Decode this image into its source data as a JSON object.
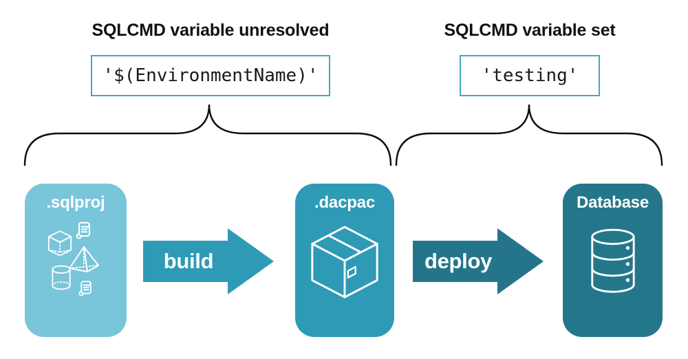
{
  "diagram": {
    "left_group": {
      "heading": "SQLCMD variable unresolved",
      "code": "'$(EnvironmentName)'"
    },
    "right_group": {
      "heading": "SQLCMD variable set",
      "code": "'testing'"
    },
    "nodes": [
      {
        "id": "sqlproj",
        "label": ".sqlproj",
        "color": "#79c5da"
      },
      {
        "id": "dacpac",
        "label": ".dacpac",
        "color": "#2e9ab6"
      },
      {
        "id": "database",
        "label": "Database",
        "color": "#24768b"
      }
    ],
    "arrows": [
      {
        "label": "build",
        "color": "#2e9ab6"
      },
      {
        "label": "deploy",
        "color": "#247589"
      }
    ],
    "colors": {
      "code_box_border": "#3fa8c5",
      "brace": "#0d0d0d",
      "icon_stroke": "#ffffff",
      "heading_text": "#111111",
      "background": "#ffffff"
    }
  }
}
